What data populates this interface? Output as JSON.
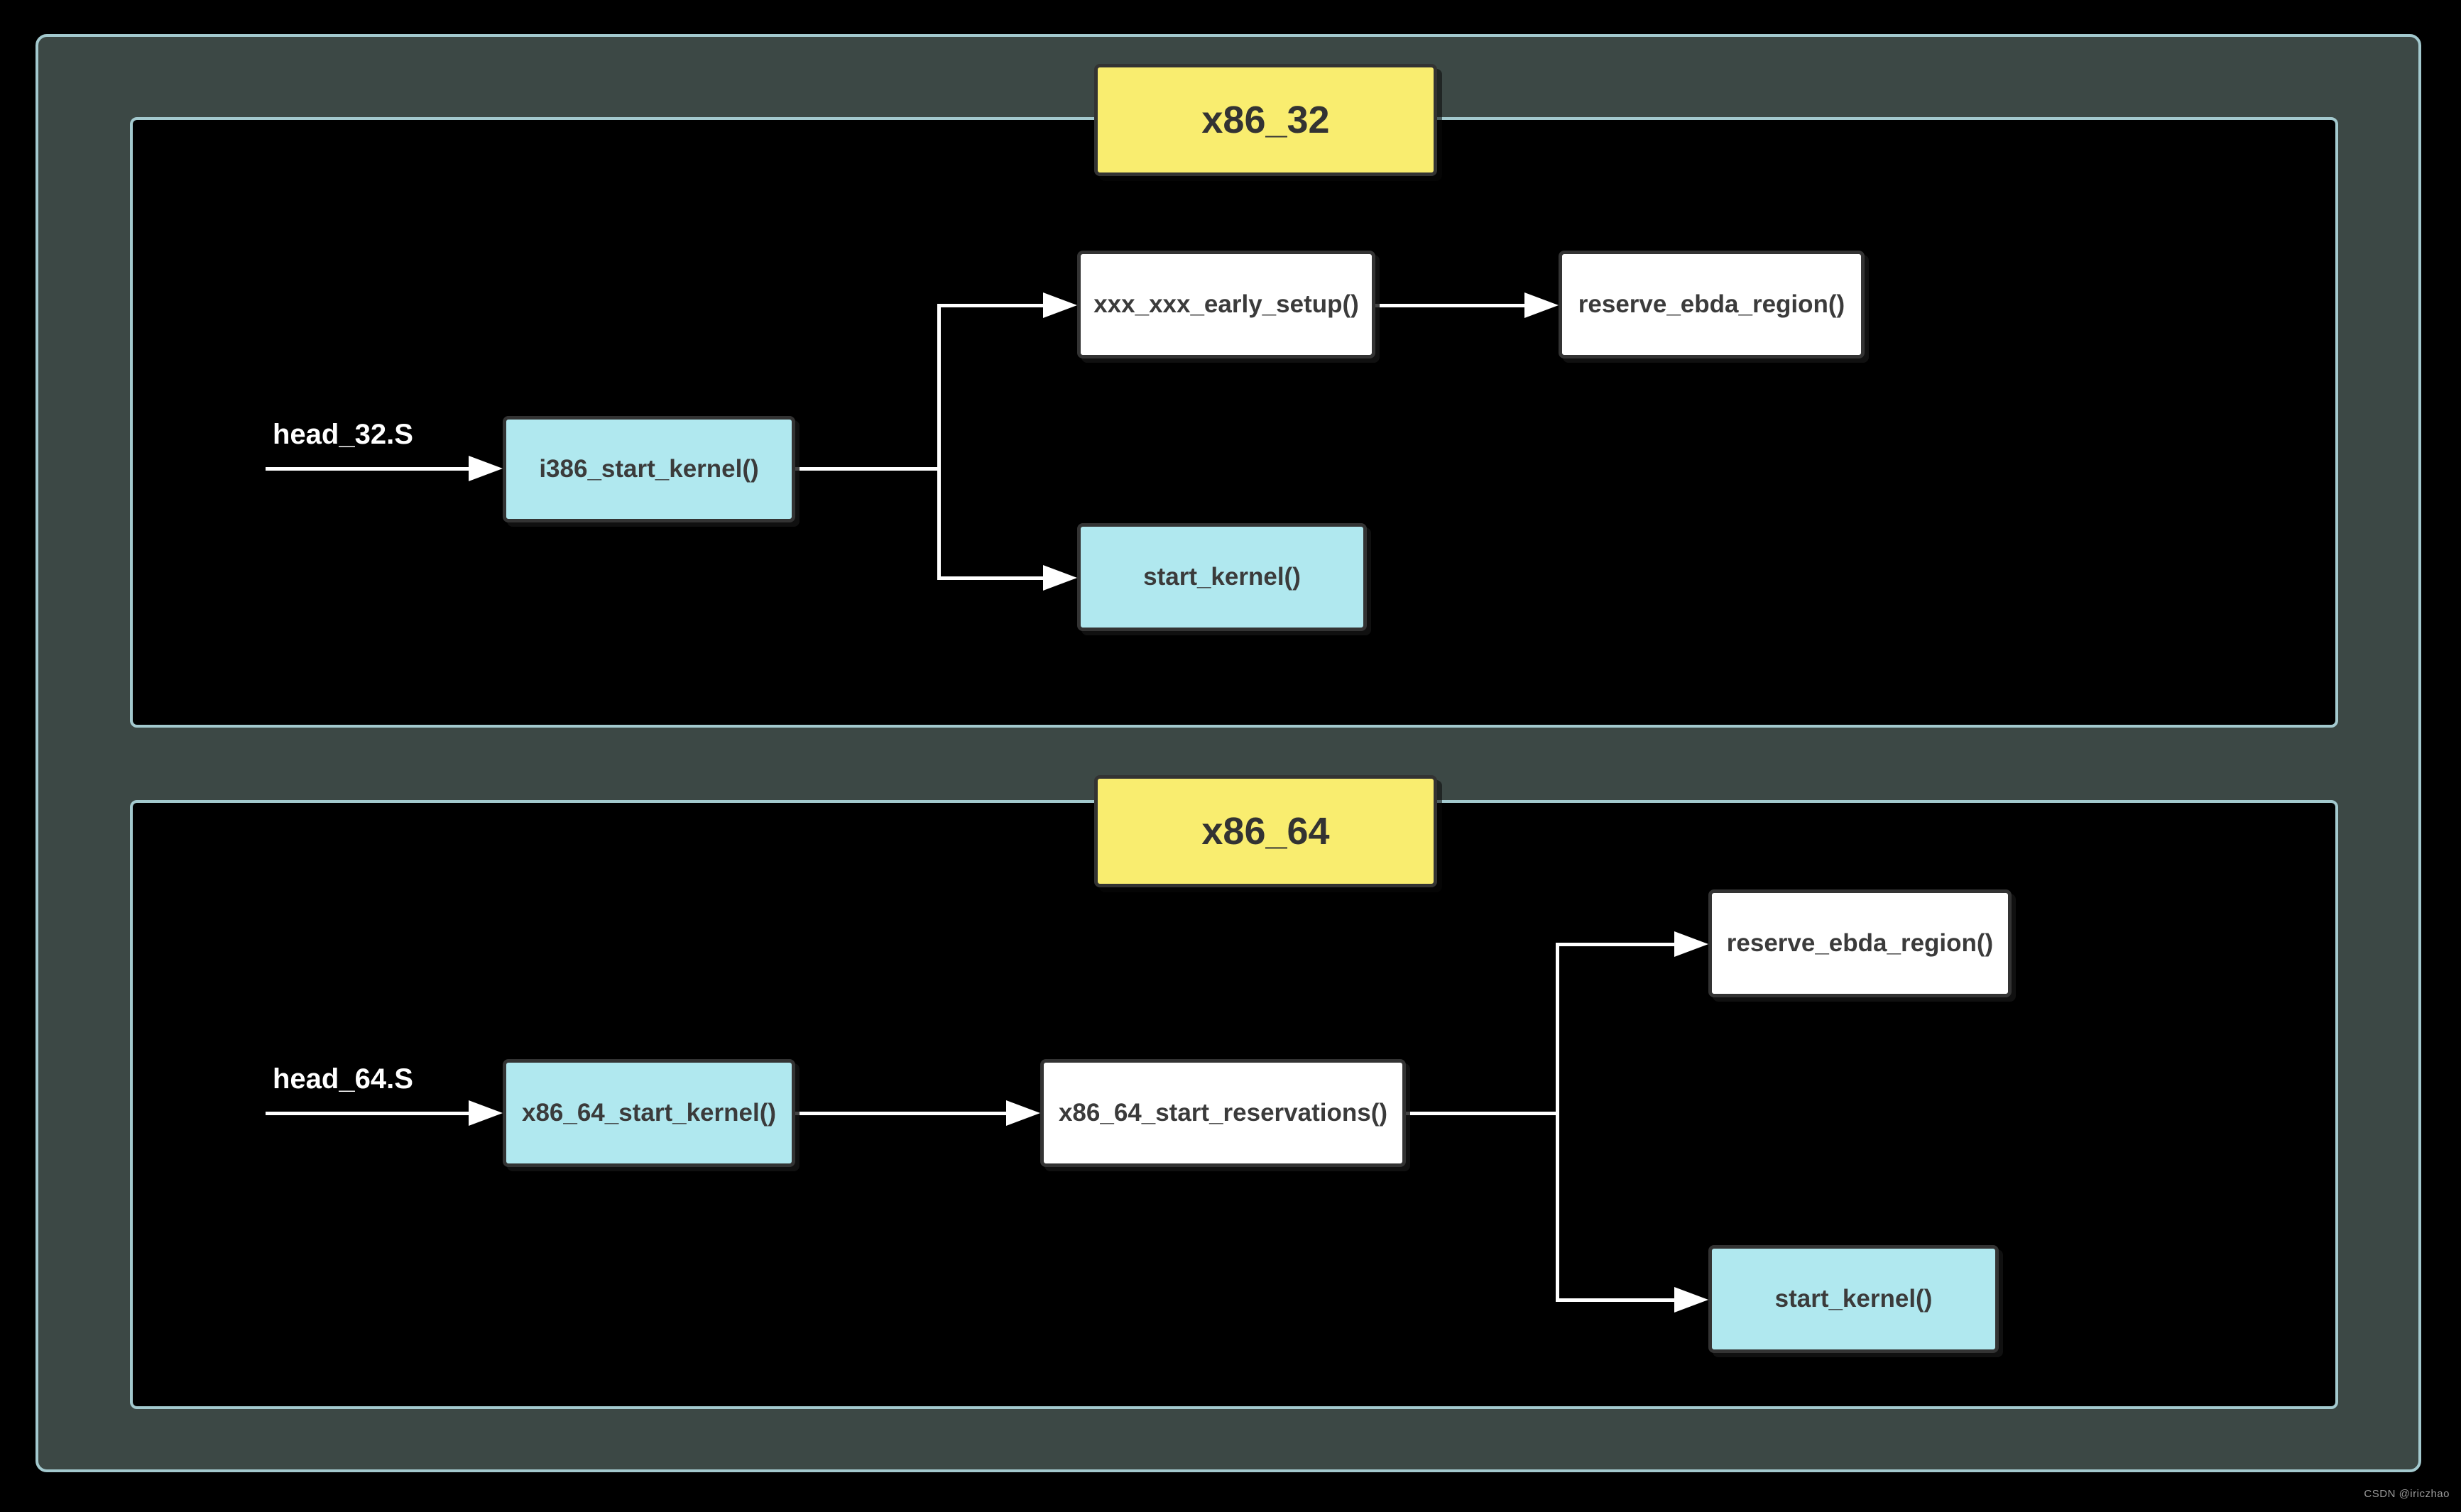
{
  "watermark": "CSDN @iriczhao",
  "colors": {
    "canvas_bg": "#000000",
    "outer_bg": "#3c4845",
    "frame_border": "#a3c9ce",
    "title_fill": "#f9ed6f",
    "node_cyan": "#b0e8ef",
    "node_white": "#ffffff",
    "node_border": "#333333",
    "arrow": "#ffffff"
  },
  "panels": [
    {
      "id": "x86_32",
      "title": "x86_32",
      "source_label": "head_32.S",
      "nodes": [
        {
          "id": "i386_start_kernel",
          "label": "i386_start_kernel()",
          "style": "cyan"
        },
        {
          "id": "xxx_xxx_early_setup",
          "label": "xxx_xxx_early_setup()",
          "style": "white"
        },
        {
          "id": "reserve_ebda_region",
          "label": "reserve_ebda_region()",
          "style": "white"
        },
        {
          "id": "start_kernel",
          "label": "start_kernel()",
          "style": "cyan"
        }
      ],
      "edges": [
        {
          "from": "head_32.S",
          "to": "i386_start_kernel"
        },
        {
          "from": "i386_start_kernel",
          "to": "xxx_xxx_early_setup"
        },
        {
          "from": "i386_start_kernel",
          "to": "start_kernel"
        },
        {
          "from": "xxx_xxx_early_setup",
          "to": "reserve_ebda_region"
        }
      ]
    },
    {
      "id": "x86_64",
      "title": "x86_64",
      "source_label": "head_64.S",
      "nodes": [
        {
          "id": "x86_64_start_kernel",
          "label": "x86_64_start_kernel()",
          "style": "cyan"
        },
        {
          "id": "x86_64_start_reservations",
          "label": "x86_64_start_reservations()",
          "style": "white"
        },
        {
          "id": "reserve_ebda_region",
          "label": "reserve_ebda_region()",
          "style": "white"
        },
        {
          "id": "start_kernel",
          "label": "start_kernel()",
          "style": "cyan"
        }
      ],
      "edges": [
        {
          "from": "head_64.S",
          "to": "x86_64_start_kernel"
        },
        {
          "from": "x86_64_start_kernel",
          "to": "x86_64_start_reservations"
        },
        {
          "from": "x86_64_start_reservations",
          "to": "reserve_ebda_region"
        },
        {
          "from": "x86_64_start_reservations",
          "to": "start_kernel"
        }
      ]
    }
  ]
}
